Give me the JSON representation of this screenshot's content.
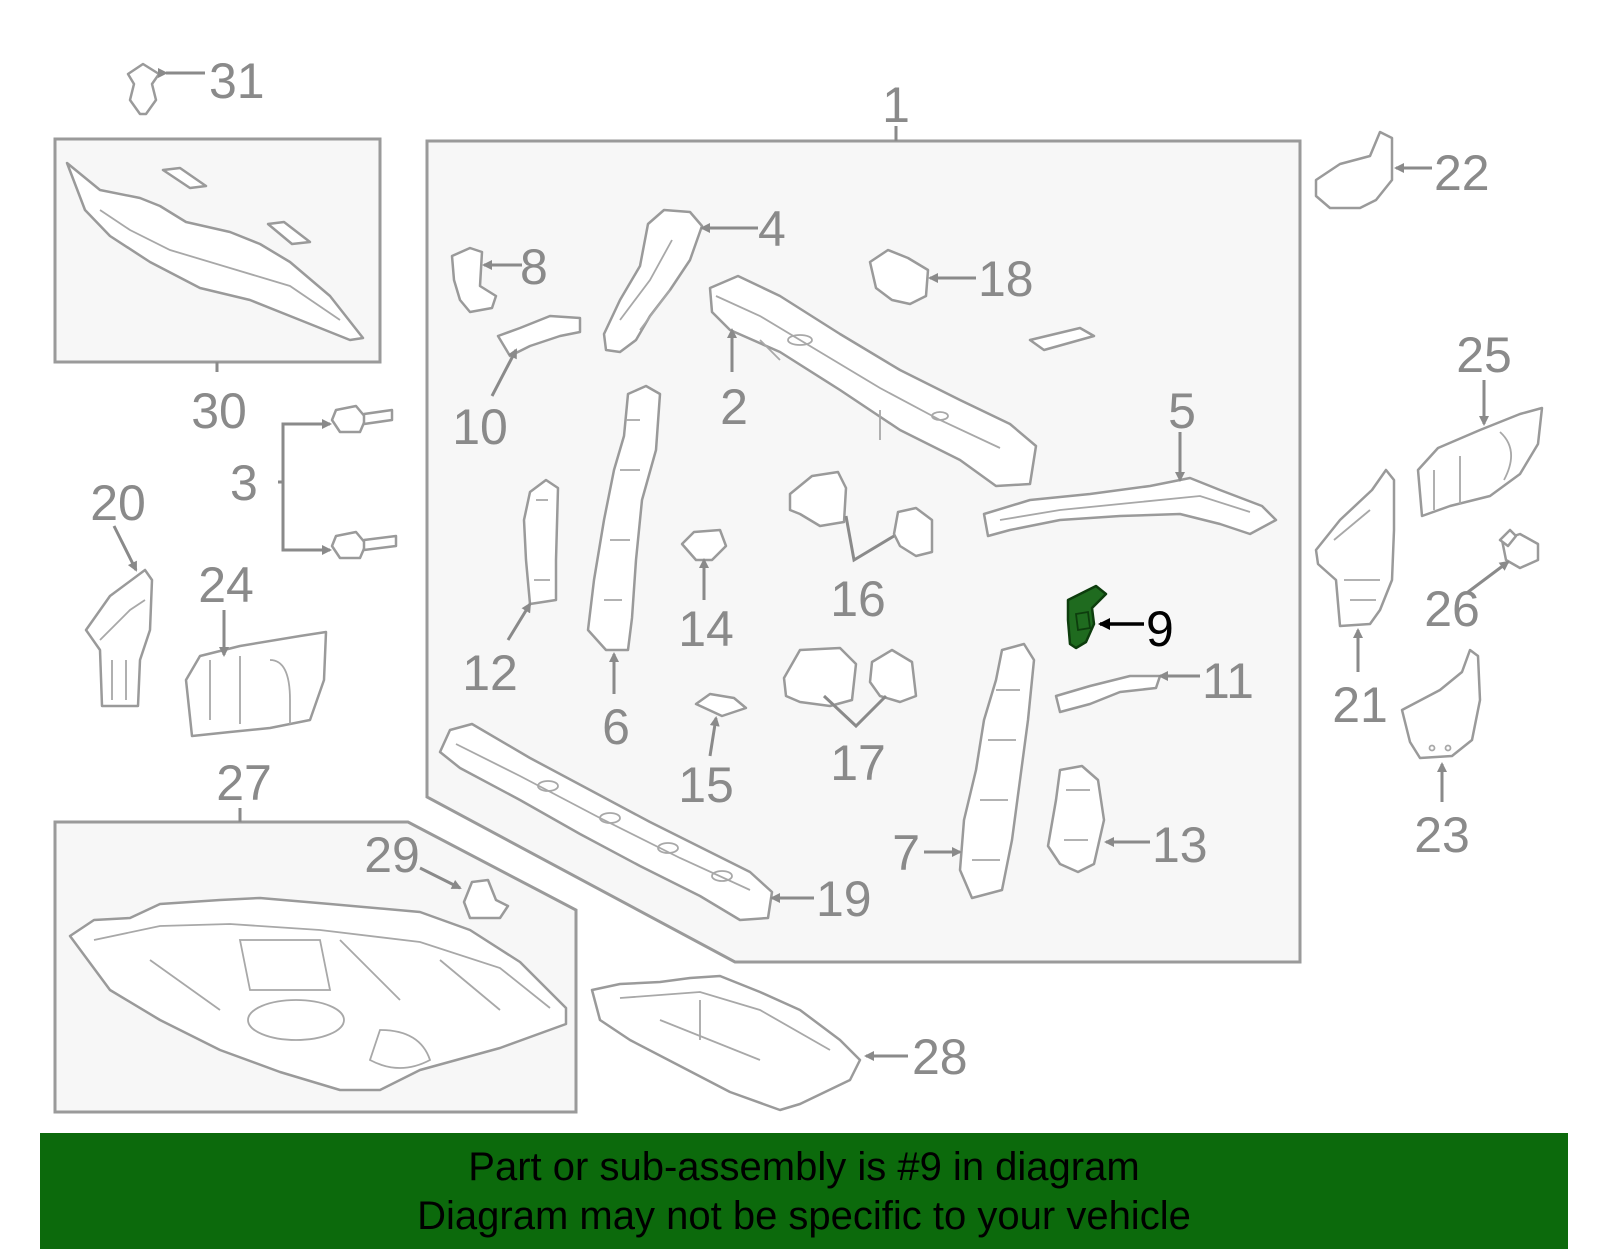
{
  "callouts": {
    "c1": "1",
    "c2": "2",
    "c3": "3",
    "c4": "4",
    "c5": "5",
    "c6": "6",
    "c7": "7",
    "c8": "8",
    "c9": "9",
    "c10": "10",
    "c11": "11",
    "c12": "12",
    "c13": "13",
    "c14": "14",
    "c15": "15",
    "c16": "16",
    "c17": "17",
    "c18": "18",
    "c19": "19",
    "c20": "20",
    "c21": "21",
    "c22": "22",
    "c23": "23",
    "c24": "24",
    "c25": "25",
    "c26": "26",
    "c27": "27",
    "c28": "28",
    "c29": "29",
    "c30": "30",
    "c31": "31"
  },
  "highlight": {
    "part_number": "9",
    "color": "#1f6b1f"
  },
  "banner": {
    "line1": "Part or sub-assembly is #9 in diagram",
    "line2": "Diagram may not be specific to your vehicle",
    "background": "#0c6a0c"
  }
}
